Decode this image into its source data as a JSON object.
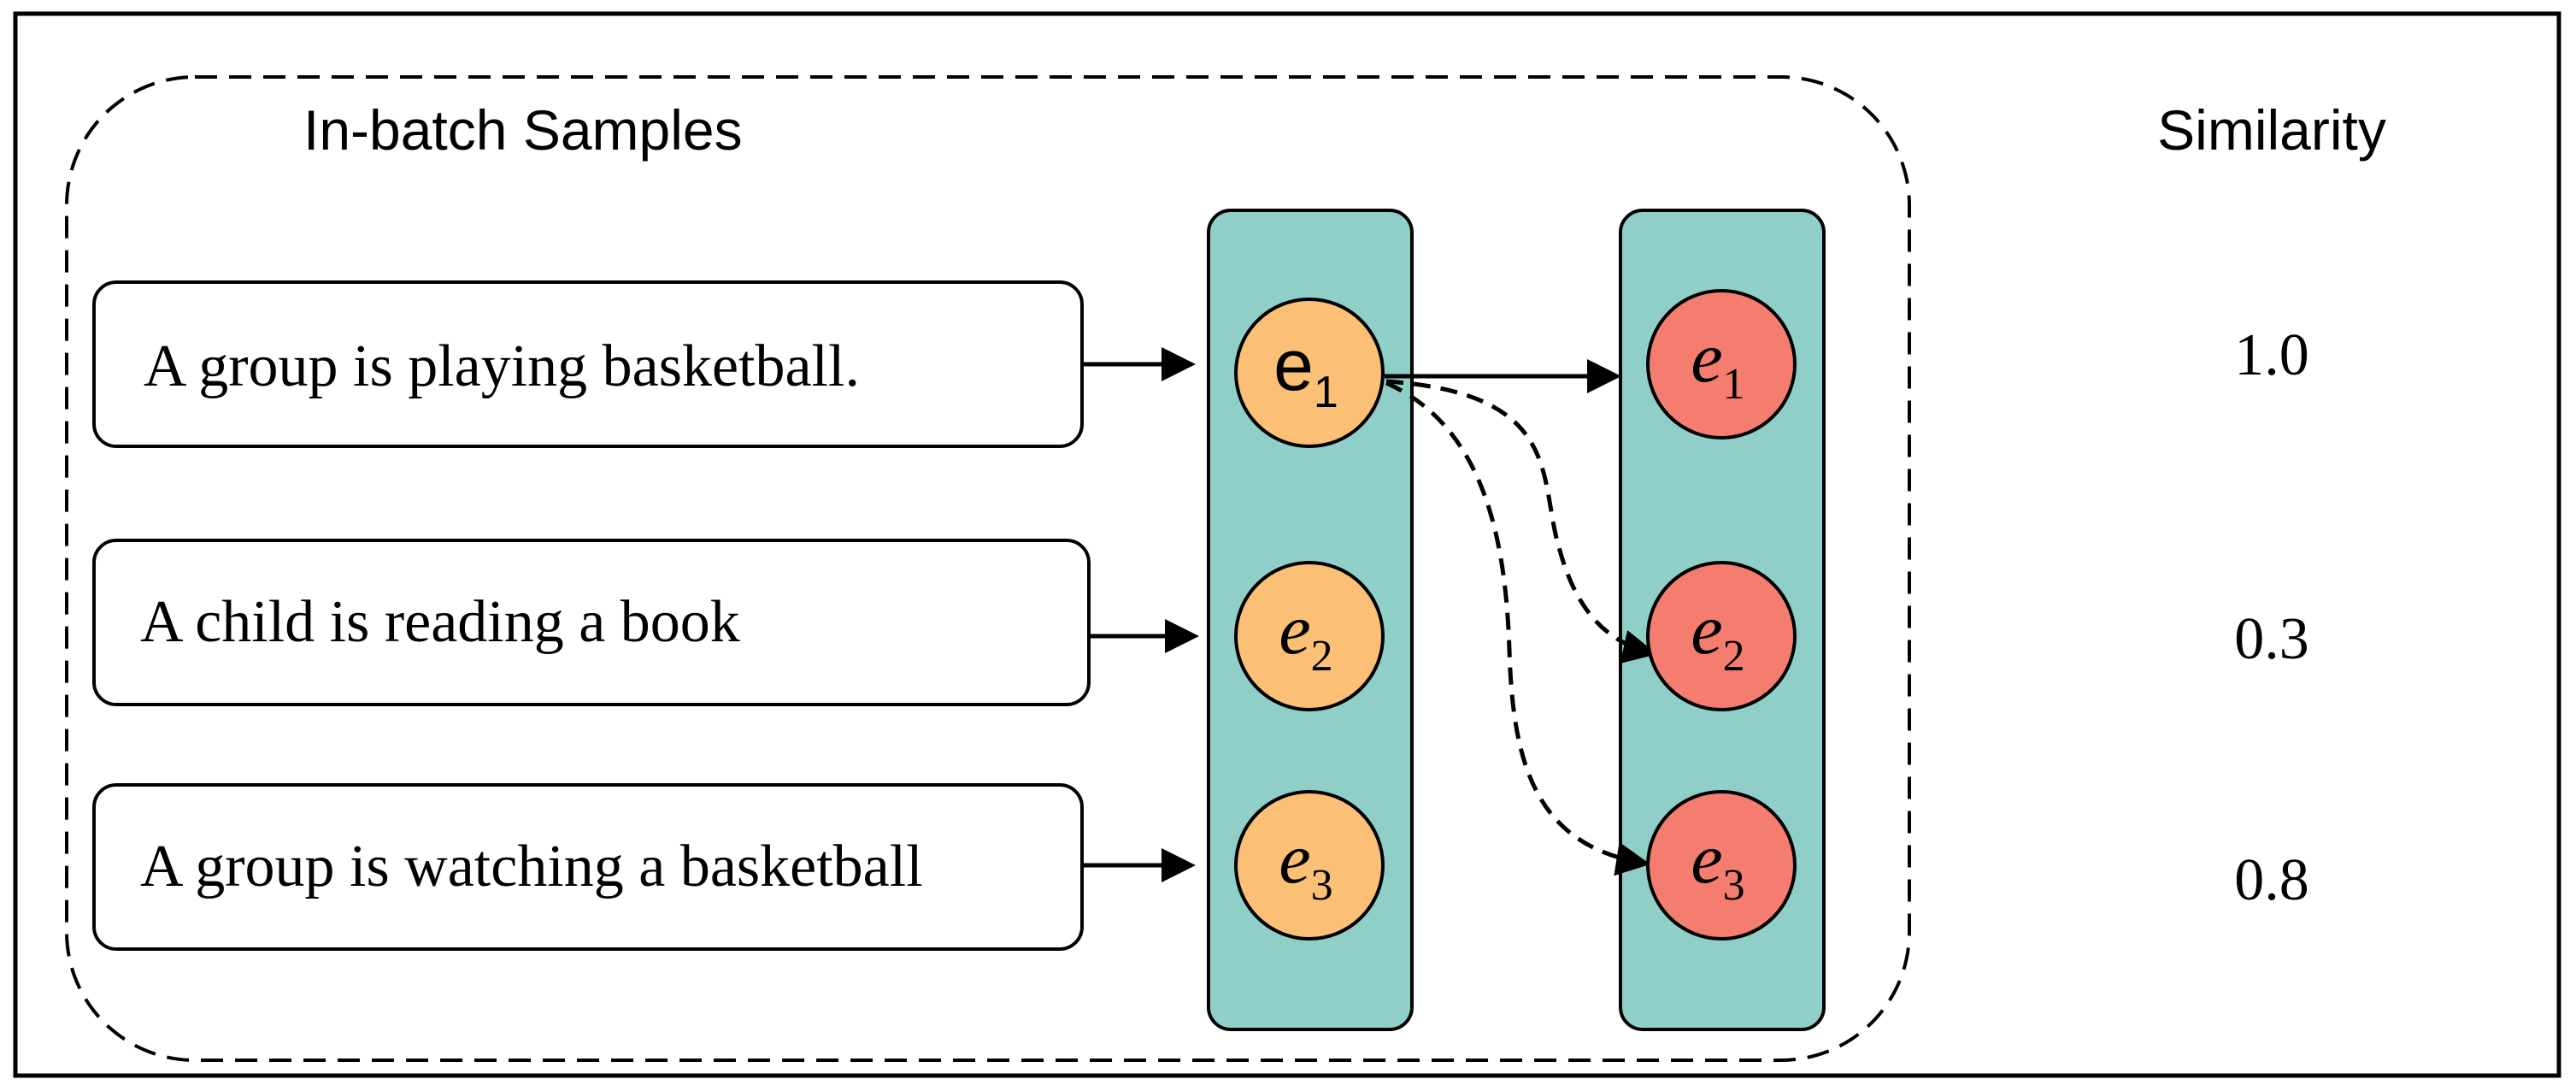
{
  "title": "In-batch Samples",
  "similarity_header": "Similarity",
  "sentences": [
    {
      "text": "A group is playing basketball."
    },
    {
      "text": "A child is reading a book"
    },
    {
      "text": "A group is watching a basketball"
    }
  ],
  "embeddings": [
    {
      "base": "e",
      "sub": "1"
    },
    {
      "base": "e",
      "sub": "2"
    },
    {
      "base": "e",
      "sub": "3"
    }
  ],
  "similarities": [
    "1.0",
    "0.3",
    "0.8"
  ],
  "colors": {
    "column_fill": "#90cfc8",
    "left_node": "#fbbf76",
    "right_node": "#f47d70",
    "stroke": "#000000"
  }
}
